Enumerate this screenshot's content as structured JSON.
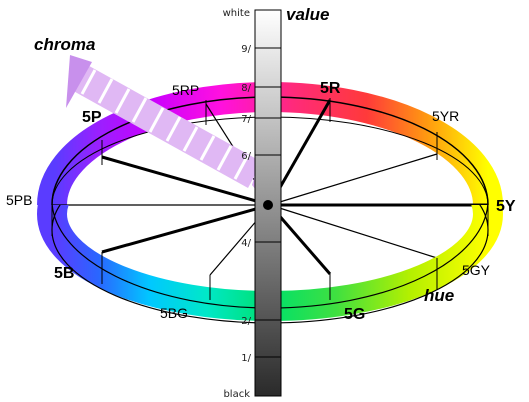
{
  "diagram": {
    "title_value": "value",
    "title_chroma": "chroma",
    "title_hue": "hue",
    "value_top": "white",
    "value_bottom": "black",
    "value_ticks": [
      "9/",
      "8/",
      "7/",
      "6/",
      "4/",
      "2/",
      "1/"
    ],
    "hues": [
      {
        "label": "5R",
        "bold": true
      },
      {
        "label": "5YR",
        "bold": false
      },
      {
        "label": "5Y",
        "bold": true
      },
      {
        "label": "5GY",
        "bold": false
      },
      {
        "label": "5G",
        "bold": true
      },
      {
        "label": "5BG",
        "bold": false
      },
      {
        "label": "5B",
        "bold": true
      },
      {
        "label": "5PB",
        "bold": false
      },
      {
        "label": "5P",
        "bold": true
      },
      {
        "label": "5RP",
        "bold": false
      }
    ],
    "colors": {
      "red": "#ff2a5a",
      "yellow": "#ffff00",
      "green": "#00e07a",
      "cyan": "#00e8e8",
      "blue": "#2a66ff",
      "purple": "#c800ff",
      "magenta": "#ff2ad4",
      "chroma_arrow": "#d8a8f0"
    }
  }
}
